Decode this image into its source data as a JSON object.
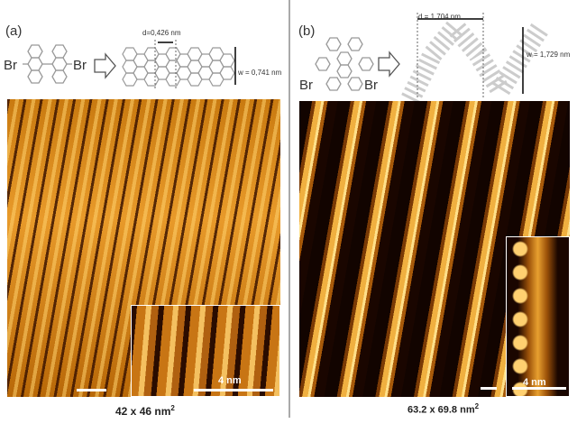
{
  "panel_a": {
    "label": "(a)",
    "precursor": {
      "left_atom": "Br",
      "right_atom": "Br"
    },
    "ribbon": {
      "d_label": "d=0,426 nm",
      "w_label": "w = 0,741 nm"
    },
    "inset_scale_label": "4 nm",
    "caption": "42 x 46 nm",
    "caption_exp": "2"
  },
  "panel_b": {
    "label": "(b)",
    "precursor": {
      "left_atom": "Br",
      "right_atom": "Br"
    },
    "ribbon": {
      "d_label": "d = 1,704 nm",
      "w_label": "w = 1,729 nm"
    },
    "inset_scale_label": "4 nm",
    "caption": "63.2 x 69.8 nm",
    "caption_exp": "2"
  }
}
